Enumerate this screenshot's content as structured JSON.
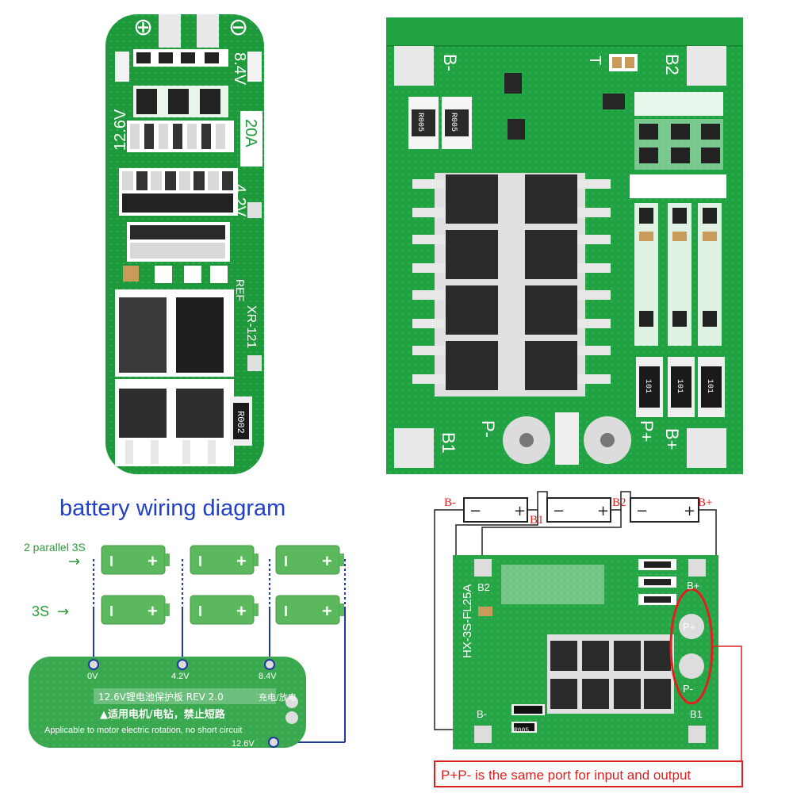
{
  "board1": {
    "plus_symbol": "⊕",
    "minus_symbol": "⊖",
    "label_12v6": "12.6V",
    "label_8v4": "8.4V",
    "label_4v2": "4.2V",
    "label_20a": "20A",
    "label_ref": "REF",
    "label_model": "XR-121",
    "label_res": "R002"
  },
  "board2": {
    "b_minus": "B-",
    "b2": "B2",
    "t_label": "T",
    "b1": "B1",
    "p_minus": "P-",
    "p_plus": "P+",
    "b_plus": "B+",
    "res_label": "R005",
    "res_small": "101"
  },
  "wiring": {
    "title": "battery wiring diagram",
    "parallel_label": "2 parallel 3S",
    "series_label": "3S",
    "arrow": "→",
    "cell_minus": "I",
    "cell_plus": "+",
    "tap_0v": "0V",
    "tap_4v2": "4.2V",
    "tap_8v4": "8.4V",
    "tap_12v6": "12.6V",
    "board_title": "12.6V锂电池保护板 REV 2.0",
    "board_cn": "▲适用电机/电钻，禁止短路",
    "board_en": "Applicable to motor electric rotation, no short circuit",
    "board_side": "充电/放电"
  },
  "connection": {
    "b_minus": "B-",
    "b1": "B1",
    "b2": "B2",
    "b_plus": "B+",
    "cell_minus": "−",
    "cell_plus": "+",
    "board_model": "HX-3S-FL25A",
    "pad_b2": "B2",
    "pad_b_plus": "B+",
    "pad_p_plus": "P+",
    "pad_p_minus": "P-",
    "pad_b_minus": "B-",
    "pad_b1": "B1",
    "res_label": "R005",
    "note": "P+P- is the same port for input and output"
  },
  "colors": {
    "pcb": "#1e9a3c",
    "pcb_dark": "#15802f",
    "wire": "#1f3aa0",
    "title_blue": "#2140c8",
    "cell_green": "#5cb85c",
    "red": "#e02020"
  }
}
